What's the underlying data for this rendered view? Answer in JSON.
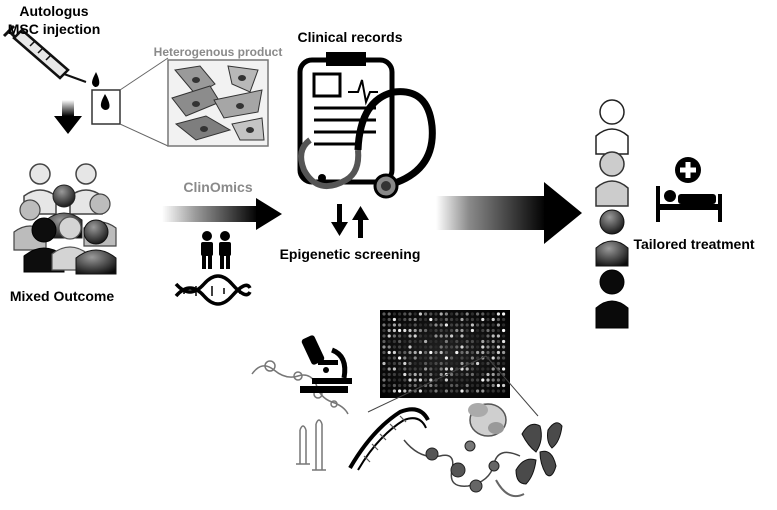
{
  "labels": {
    "injection_line1": "Autologus",
    "injection_line2": "MSC injection",
    "heterogenous": "Heterogenous product",
    "clinical_records": "Clinical records",
    "clinomics": "ClinOmics",
    "epigenetic": "Epigenetic screening",
    "mixed_outcome": "Mixed Outcome",
    "tailored": "Tailored treatment"
  },
  "colors": {
    "dark": "#111111",
    "grey": "#8a8a8a",
    "light_grey": "#d9d9d9"
  }
}
